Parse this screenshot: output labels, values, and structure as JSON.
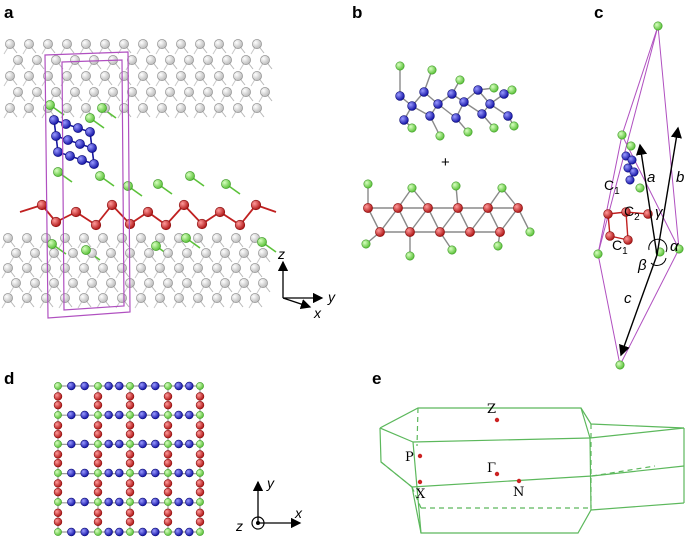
{
  "panels": {
    "a": {
      "label": "a",
      "axes": {
        "z": "z",
        "y": "y",
        "x": "x"
      }
    },
    "b": {
      "label": "b",
      "plus": "+"
    },
    "c": {
      "label": "c",
      "vectors": {
        "a": "a",
        "b": "b",
        "c": "c"
      },
      "angles": {
        "alpha": "α",
        "beta": "β",
        "gamma": "γ"
      },
      "atom_labels": [
        {
          "base": "C",
          "sub": "1"
        },
        {
          "base": "C",
          "sub": "2"
        },
        {
          "base": "C",
          "sub": "1"
        }
      ]
    },
    "d": {
      "label": "d",
      "axes": {
        "y": "y",
        "z": "z",
        "x": "x"
      }
    },
    "e": {
      "label": "e",
      "kpoints": {
        "Z": "Z",
        "P": "P",
        "Gamma": "Γ",
        "X": "X",
        "N": "N"
      }
    }
  },
  "colors": {
    "green_atom": "#7ed957",
    "blue_atom": "#2b2bd0",
    "red_atom": "#d23030",
    "white_atom": "#e6e6e6",
    "cell_line": "#b050c0",
    "bz_line": "#5cb85c",
    "kpoint": "#cc2222"
  }
}
